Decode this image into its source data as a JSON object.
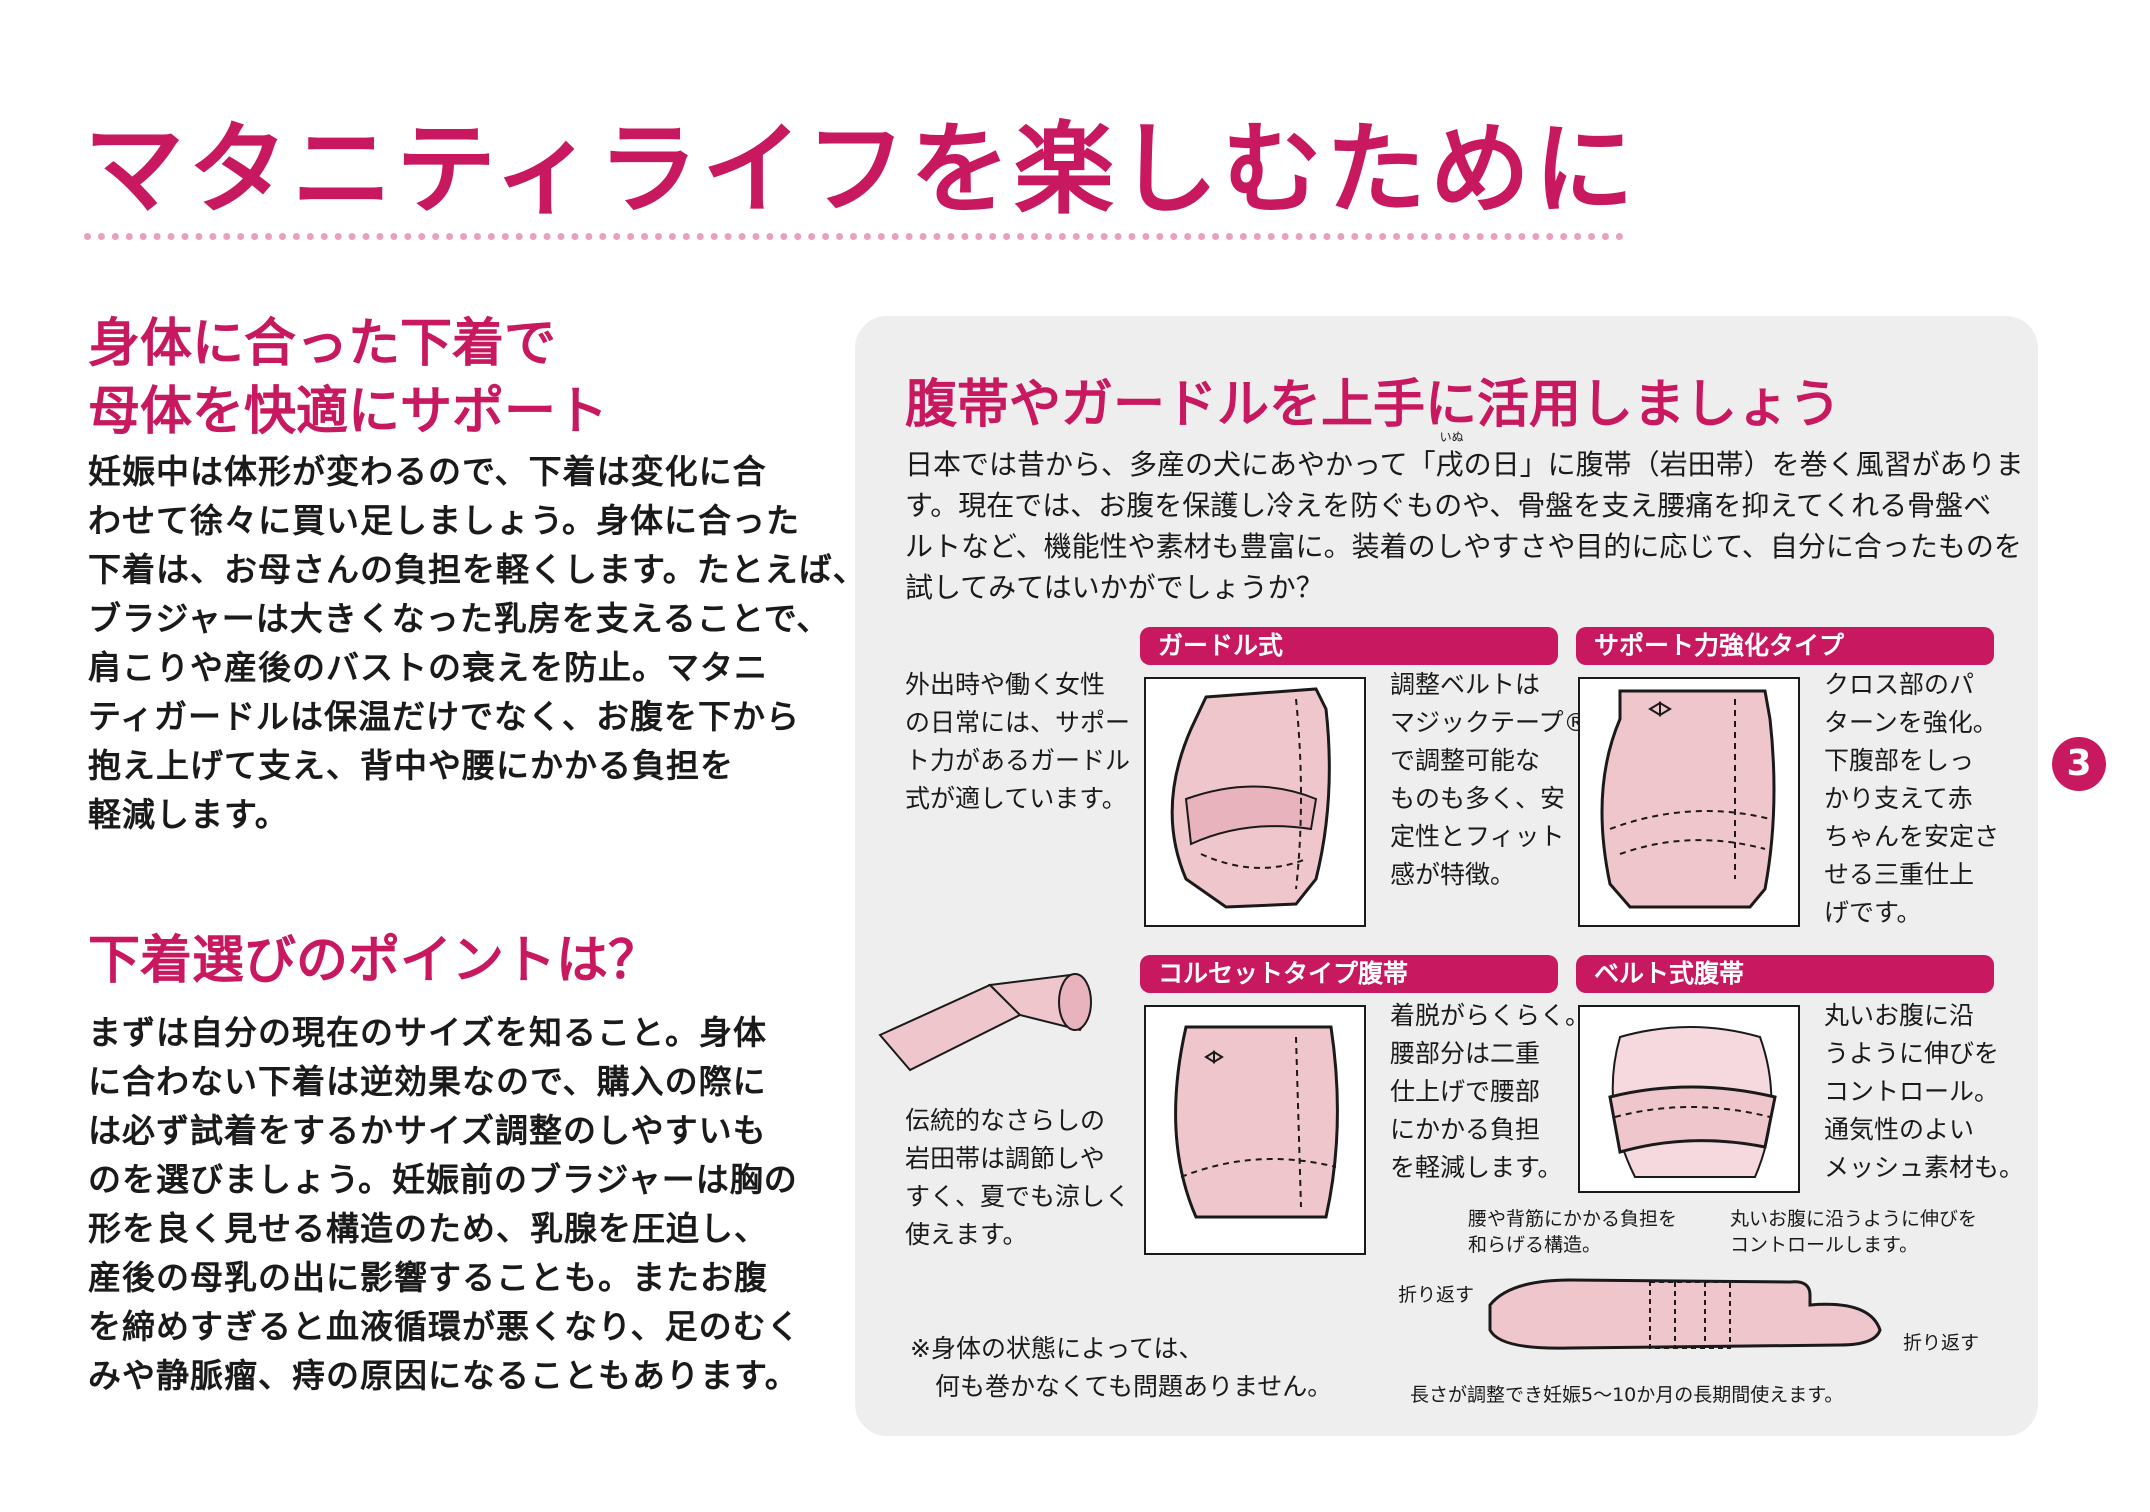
{
  "title": "マタニティライフを楽しむために",
  "section1": {
    "heading_lines": [
      "身体に合った下着で",
      "母体を快適にサポート"
    ],
    "body_lines": [
      "妊娠中は体形が変わるので、下着は変化に合",
      "わせて徐々に買い足しましょう。身体に合った",
      "下着は、お母さんの負担を軽くします。たとえば、",
      "ブラジャーは大きくなった乳房を支えることで、",
      "肩こりや産後のバストの衰えを防止。マタニ",
      "ティガードルは保温だけでなく、お腹を下から",
      "抱え上げて支え、背中や腰にかかる負担を",
      "軽減します。"
    ]
  },
  "section2": {
    "heading": "下着選びのポイントは？",
    "body_lines": [
      "まずは自分の現在のサイズを知ること。身体",
      "に合わない下着は逆効果なので、購入の際に",
      "は必ず試着をするかサイズ調整のしやすいも",
      "のを選びましょう。妊娠前のブラジャーは胸の",
      "形を良く見せる構造のため、乳腺を圧迫し、",
      "産後の母乳の出に影響することも。またお腹",
      "を締めすぎると血液循環が悪くなり、足のむく",
      "みや静脈瘤、痔の原因になることもあります。"
    ]
  },
  "panel": {
    "title": "腹帯やガードルを上手に活用しましょう",
    "intro_line1_a": "日本では昔から、多産の犬にあやかって「",
    "intro_ruby_base": "戌",
    "intro_ruby_text": "いぬ",
    "intro_line1_b": "の日」に腹帯（岩田帯）を巻く風習がありま",
    "intro_lines": [
      "す。現在では、お腹を保護し冷えを防ぐものや、骨盤を支え腰痛を抑えてくれる骨盤ベ",
      "ルトなど、機能性や素材も豊富に。装着のしやすさや目的に応じて、自分に合ったものを",
      "試してみてはいかがでしょうか？"
    ],
    "girdle": {
      "label": "ガードル式",
      "left_lines": [
        "外出時や働く女性",
        "の日常には、サポー",
        "ト力があるガードル",
        "式が適しています。"
      ],
      "right_lines": [
        "調整ベルトは",
        "マジックテープ®",
        "で調整可能な",
        "ものも多く、安",
        "定性とフィット",
        "感が特徴。"
      ]
    },
    "support": {
      "label": "サポート力強化タイプ",
      "lines": [
        "クロス部のパ",
        "ターンを強化。",
        "下腹部をしっ",
        "かり支えて赤",
        "ちゃんを安定さ",
        "せる三重仕上",
        "げです。"
      ]
    },
    "corset": {
      "label": "コルセットタイプ腹帯",
      "right_lines": [
        "着脱がらくらく。",
        "腰部分は二重",
        "仕上げで腰部",
        "にかかる負担",
        "を軽減します。"
      ]
    },
    "belt": {
      "label": "ベルト式腹帯",
      "lines": [
        "丸いお腹に沿",
        "うように伸びを",
        "コントロール。",
        "通気性のよい",
        "メッシュ素材も。"
      ]
    },
    "sarashi_lines": [
      "伝統的なさらしの",
      "岩田帯は調節しや",
      "すく、夏でも涼しく",
      "使えます。"
    ],
    "note_lines": [
      "※身体の状態によっては、",
      "　何も巻かなくても問題ありません。"
    ],
    "belt_diagram": {
      "callout_left": [
        "腰や背筋にかかる負担を",
        "和らげる構造。"
      ],
      "callout_right": [
        "丸いお腹に沿うように伸びを",
        "コントロールします。"
      ],
      "fold_left": "折り返す",
      "fold_right": "折り返す",
      "caption": "長さが調整でき妊娠5〜10か月の長期間使えます。"
    }
  },
  "page_number": "3",
  "colors": {
    "accent": "#c8185f",
    "garment": "#f0c6cd",
    "panel_bg": "#eeeeef"
  }
}
